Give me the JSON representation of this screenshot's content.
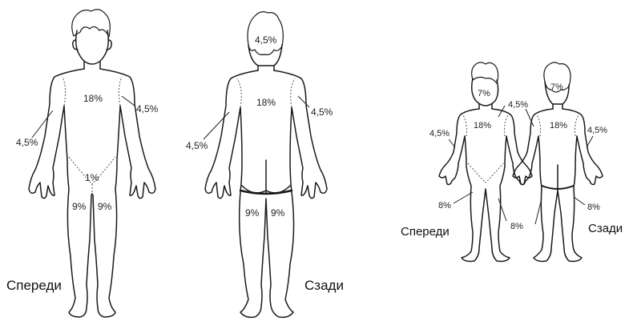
{
  "adult": {
    "front": {
      "caption": "Спереди",
      "head": "",
      "trunk": "18%",
      "arm_left": "4,5%",
      "arm_right": "4,5%",
      "genitals": "1%",
      "leg_left": "9%",
      "leg_right": "9%"
    },
    "back": {
      "caption": "Сзади",
      "head": "4,5%",
      "trunk": "18%",
      "arm_left": "4,5%",
      "arm_right": "4,5%",
      "leg_left": "9%",
      "leg_right": "9%"
    }
  },
  "child": {
    "front": {
      "caption": "Спереди",
      "head": "7%",
      "trunk": "18%",
      "arm": "4,5%",
      "leg_left": "8%",
      "leg_right": "8%"
    },
    "back": {
      "caption": "Сзади",
      "head": "7%",
      "trunk": "18%",
      "arm": "4,5%",
      "leg_right": "8%"
    }
  }
}
